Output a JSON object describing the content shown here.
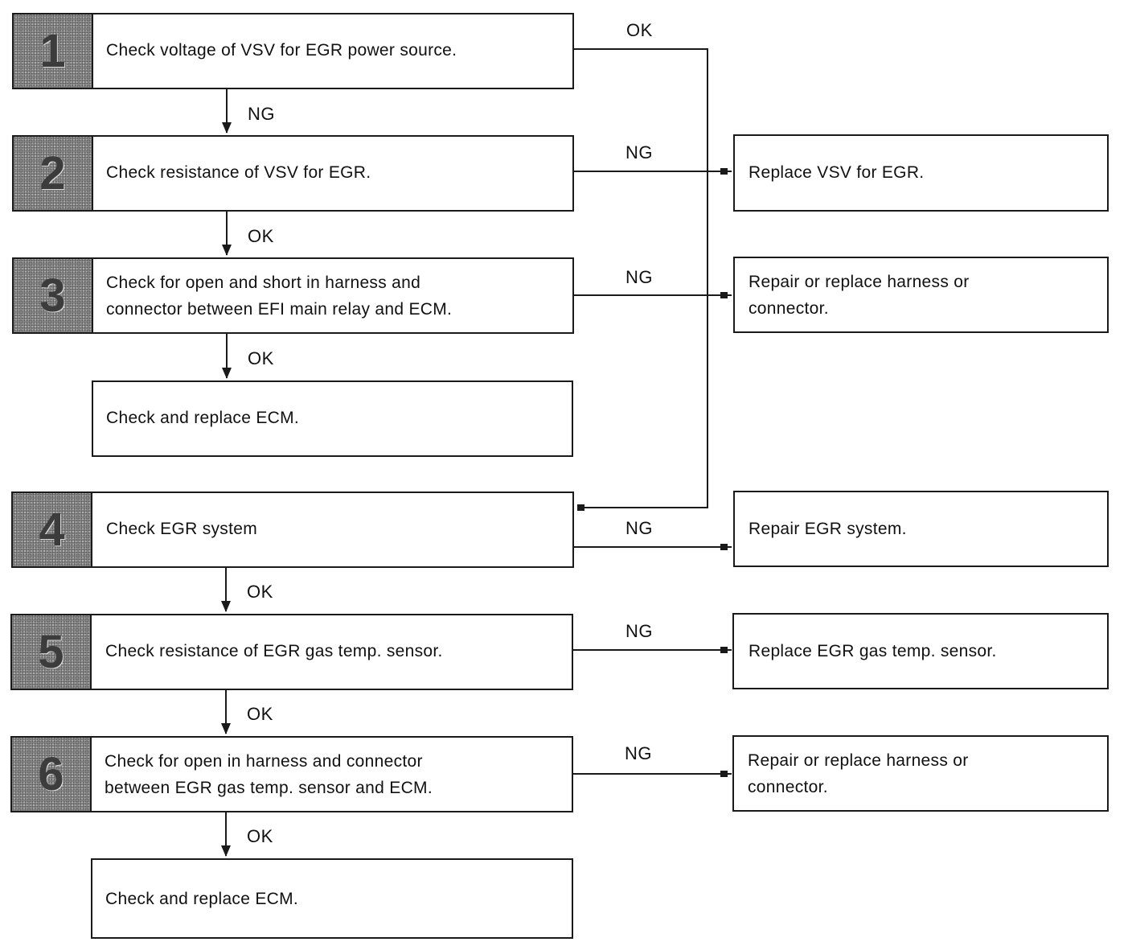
{
  "steps": [
    {
      "num": "1",
      "text": "Check voltage of VSV for EGR power source."
    },
    {
      "num": "2",
      "text": "Check resistance of VSV for EGR."
    },
    {
      "num": "3",
      "text": "Check for open and short in harness and\nconnector between EFI main relay and ECM."
    },
    {
      "text": "Check and replace ECM."
    },
    {
      "num": "4",
      "text": "Check EGR system"
    },
    {
      "num": "5",
      "text": "Check resistance of EGR gas temp. sensor."
    },
    {
      "num": "6",
      "text": "Check for open in harness and connector\nbetween EGR gas temp. sensor and ECM."
    },
    {
      "text": "Check and replace ECM."
    }
  ],
  "results": [
    {
      "text": "Replace VSV for EGR."
    },
    {
      "text": "Repair or replace harness or\nconnector."
    },
    {
      "text": "Repair EGR system."
    },
    {
      "text": "Replace EGR gas temp. sensor."
    },
    {
      "text": "Repair or replace harness or\nconnector."
    }
  ],
  "labels": {
    "ok_bypass": "OK",
    "ng_1": "NG",
    "ok_2": "OK",
    "ok_3": "OK",
    "ok_4": "OK",
    "ok_5": "OK",
    "ok_6": "OK",
    "ng_2": "NG",
    "ng_3": "NG",
    "ng_4": "NG",
    "ng_5": "NG",
    "ng_6": "NG"
  }
}
